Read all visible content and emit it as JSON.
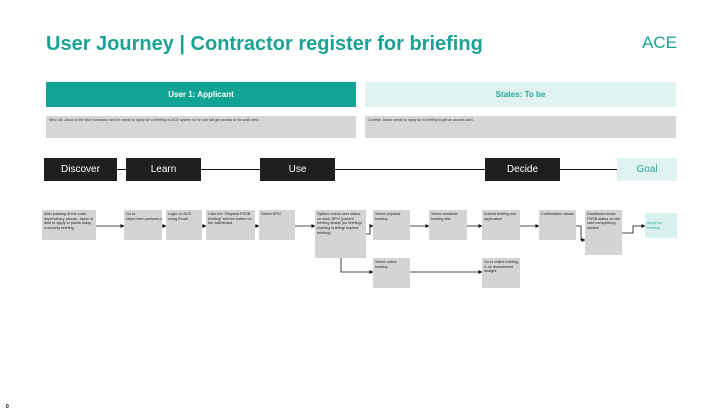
{
  "title": "User Journey | Contractor register for briefing",
  "logo": "ACE",
  "headers": {
    "user": "User 1: Applicant",
    "states": "States: To be"
  },
  "context": {
    "who": "Who: Mr. Jason is the blue contractor and he needs to apply for a briefing on ACE system so he can still get access to his work area.",
    "context": "Context: Jason needs to apply for a briefing to get an access card."
  },
  "stages": [
    "Discover",
    "Learn",
    "Use",
    "Decide",
    "Goal"
  ],
  "steps": [
    "After passing at the code dependency rescan, Jason is able to apply to plants today a security briefing",
    "Go to https://acm.persons.com",
    "Login on ACE using Email",
    "Click the \"Request PSSB briefing\" service button on the dashboard",
    "Select DPU",
    "System check user status on each DPU (current briefing status (no briefing/ expiring briefing/ expired briefing)",
    "Select physical briefing",
    "Select available briefing slot",
    "Submit briefing slot application",
    "Confirmation status",
    "Dashboard show PSSB status on the card competency section",
    "Apply for briefing",
    "Select online briefing",
    "Go to online briefing & do assessment straight"
  ],
  "page_marker": "0"
}
